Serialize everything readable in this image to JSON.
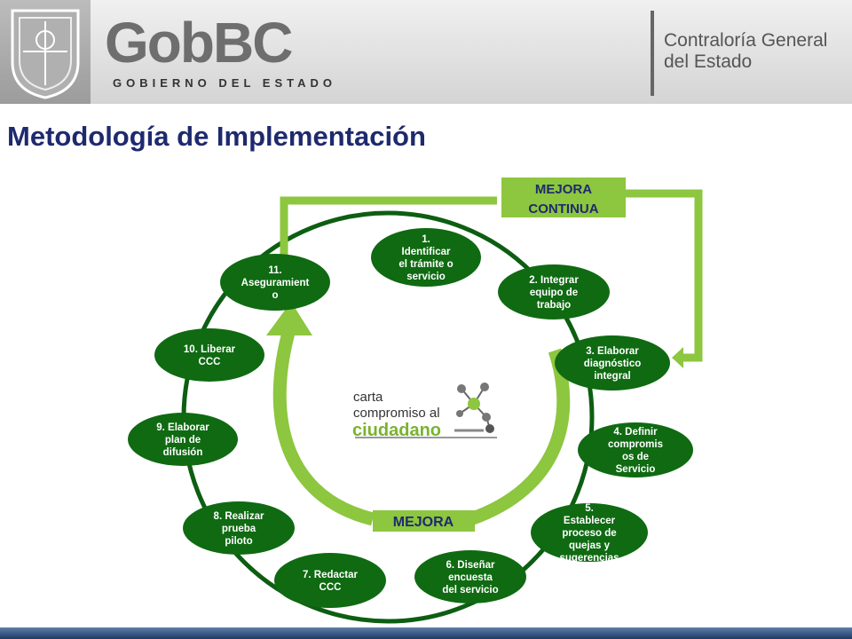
{
  "header": {
    "brand": "GobBC",
    "brand_subtitle": "GOBIERNO DEL ESTADO",
    "department_line1": "Contraloría General",
    "department_line2": "del Estado"
  },
  "title": "Metodología de Implementación",
  "diagram": {
    "colors": {
      "step_fill": "#0f6a12",
      "loop": "#8dc63f",
      "ring": "#0d5e12"
    },
    "loop_top_label": [
      "MEJORA",
      "CONTINUA"
    ],
    "inner_arrow_label": "MEJORA",
    "center_logo": [
      "carta",
      "compromiso al",
      "ciudadano"
    ],
    "steps": [
      {
        "lines": [
          "1.",
          "Identificar",
          "el trámite o",
          "servicio"
        ]
      },
      {
        "lines": [
          "2. Integrar",
          "equipo de",
          "trabajo"
        ]
      },
      {
        "lines": [
          "3. Elaborar",
          "diagnóstico",
          "integral"
        ]
      },
      {
        "lines": [
          "4. Definir",
          "compromis",
          "os de",
          "Servicio"
        ]
      },
      {
        "lines": [
          "5.",
          "Establecer",
          "proceso de",
          "quejas y",
          "sugerencias"
        ]
      },
      {
        "lines": [
          "6. Diseñar",
          "encuesta",
          "del servicio"
        ]
      },
      {
        "lines": [
          "7. Redactar",
          "CCC"
        ]
      },
      {
        "lines": [
          "8. Realizar",
          "prueba",
          "piloto"
        ]
      },
      {
        "lines": [
          "9. Elaborar",
          "plan de",
          "difusión"
        ]
      },
      {
        "lines": [
          "10. Liberar",
          "CCC"
        ]
      },
      {
        "lines": [
          "11.",
          "Aseguramient",
          "o"
        ]
      }
    ]
  }
}
